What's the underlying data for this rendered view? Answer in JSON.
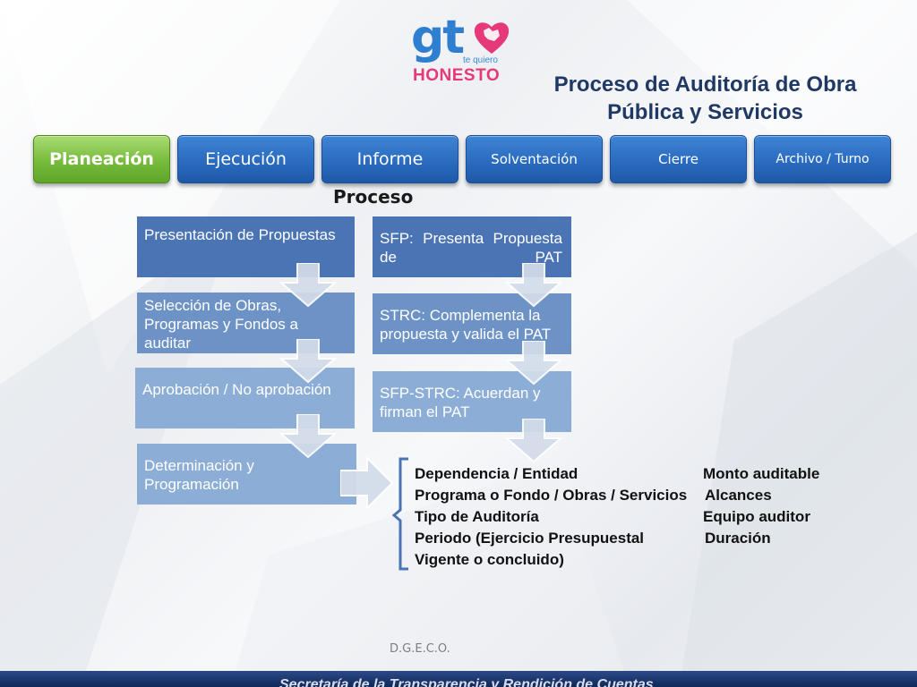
{
  "logo": {
    "main": "gt",
    "tagline": "te quiero",
    "wordmark": "HONESTO",
    "colors": {
      "blue": "#2f7fd0",
      "pink": "#e6397a"
    }
  },
  "title": {
    "line1": "Proceso de Auditoría de Obra",
    "line2": "Pública y Servicios"
  },
  "tabs": [
    {
      "label": "Planeación",
      "active": true
    },
    {
      "label": "Ejecución"
    },
    {
      "label": "Informe"
    },
    {
      "label": "Solventación"
    },
    {
      "label": "Cierre"
    },
    {
      "label": "Archivo / Turno"
    }
  ],
  "section_label": "Proceso",
  "left_steps": [
    "Presentación de Propuestas",
    "Selección de Obras, Programas y Fondos a auditar",
    "Aprobación / No aprobación",
    "Determinación y Programación"
  ],
  "right_steps": [
    "SFP: Presenta Propuesta de PAT",
    "STRC: Complementa la propuesta y valida el PAT",
    "SFP-STRC: Acuerdan y firman el PAT"
  ],
  "details_left": [
    "Dependencia / Entidad",
    "Programa o Fondo / Obras / Servicios",
    "Tipo de Auditoría",
    "Periodo (Ejercicio Presupuestal",
    "Vigente o concluido)"
  ],
  "details_right": [
    "Monto auditable",
    "Alcances",
    "Equipo auditor",
    "Duración"
  ],
  "footer": {
    "code": "D.G.E.C.O.",
    "banner": "Secretaría de la Transparencia y Rendición de Cuentas"
  },
  "colors": {
    "tab_blue": "#2a6cc0",
    "tab_active_green": "#77bb3c",
    "box_dark": "#4a74b4",
    "box_light": "#8caed6",
    "title": "#1f3864"
  }
}
